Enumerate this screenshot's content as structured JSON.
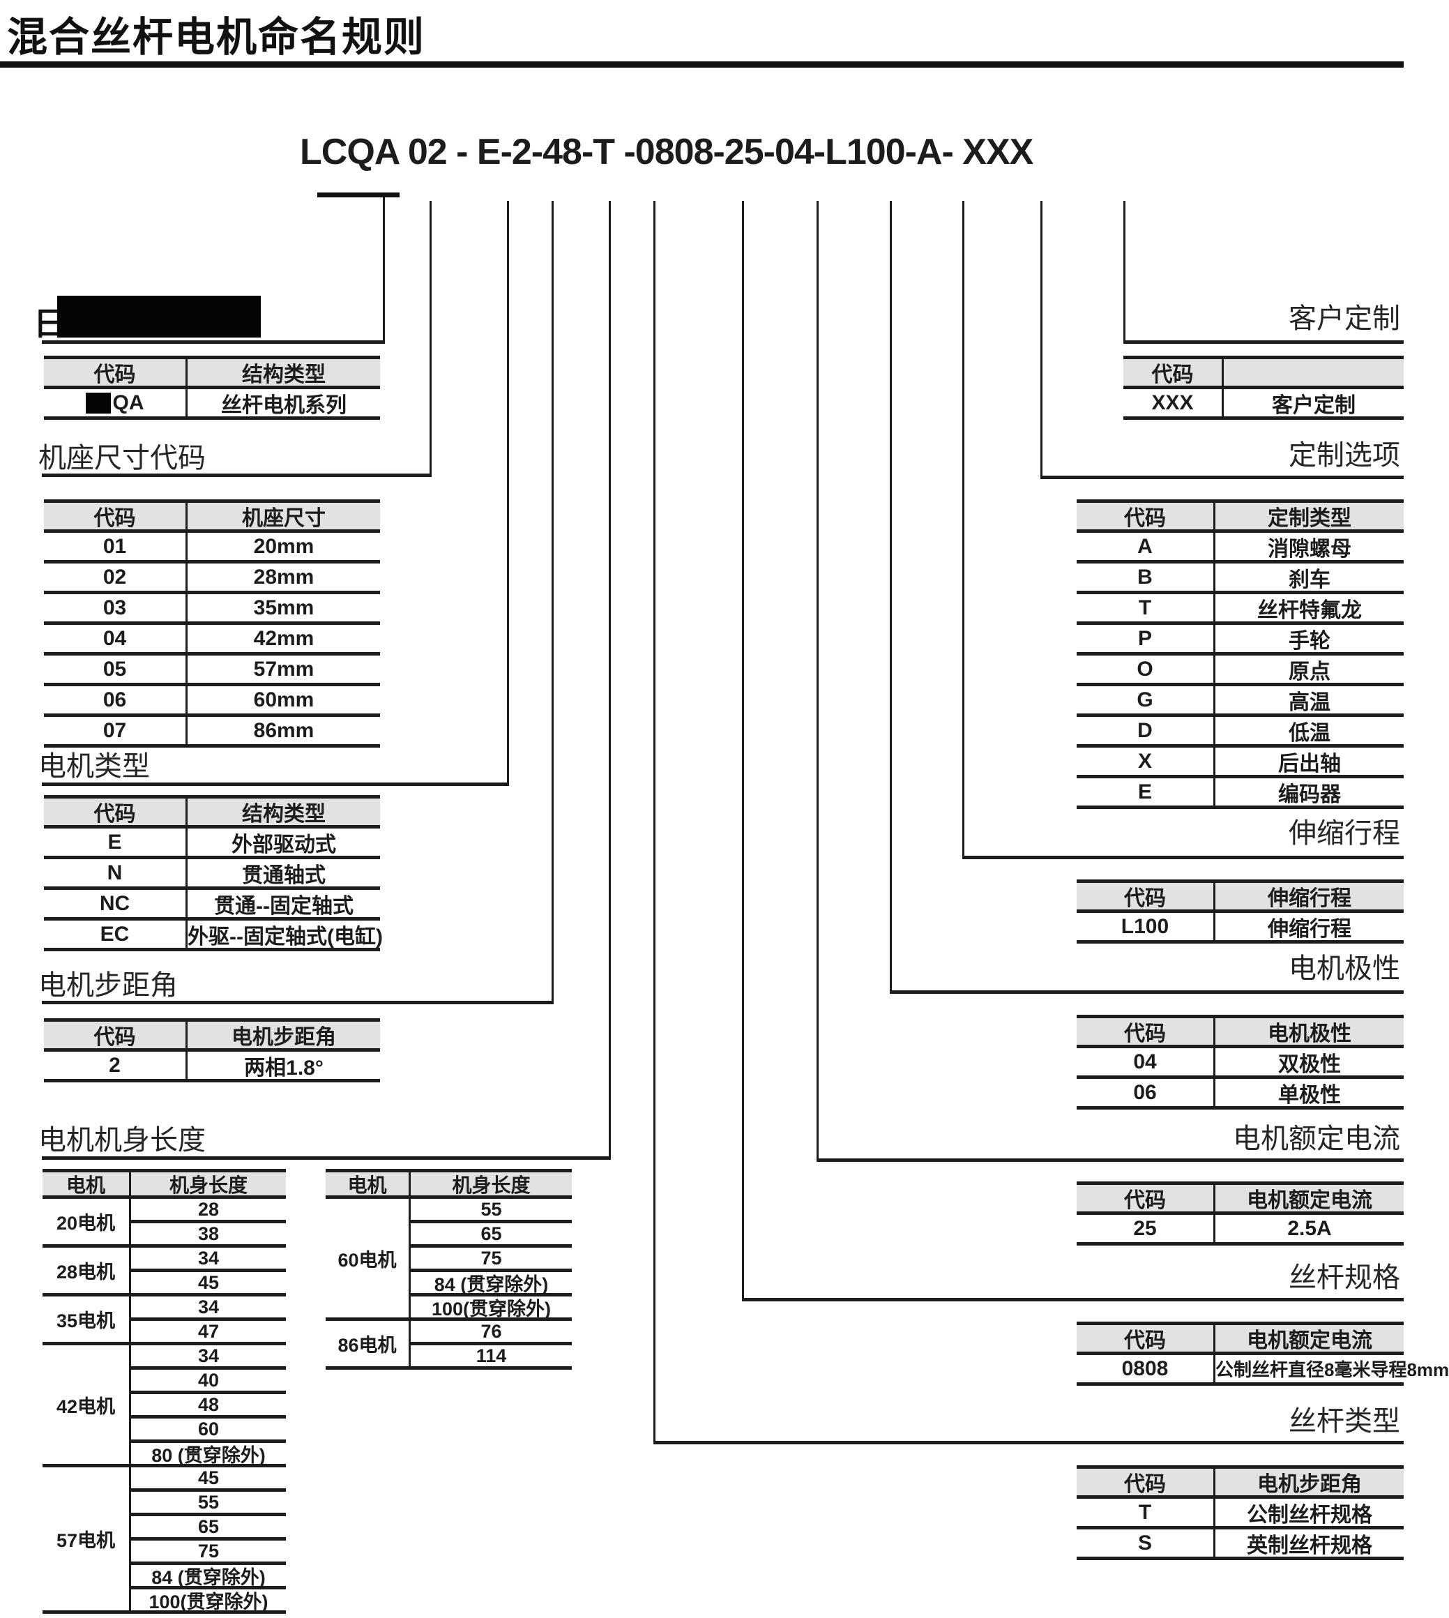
{
  "title": "混合丝杆电机命名规则",
  "part_number": "LCQA 02 - E-2-48-T -0808-25-04-L100-A- XXX",
  "redacted": {
    "visible_char": "日",
    "series_code_visible": "QA",
    "redaction_box_icon": "black-bar"
  },
  "colors": {
    "ink": "#1c1c1c",
    "header_bg": "#e2e2e2",
    "page_bg": "#ffffff",
    "redaction": "#050505"
  },
  "sections": {
    "series": {
      "table": {
        "headers": [
          "代码",
          "结构类型"
        ],
        "rows": [
          [
            "QA",
            "丝杆电机系列"
          ]
        ]
      }
    },
    "frame_size": {
      "label": "机座尺寸代码",
      "table": {
        "headers": [
          "代码",
          "机座尺寸"
        ],
        "rows": [
          [
            "01",
            "20mm"
          ],
          [
            "02",
            "28mm"
          ],
          [
            "03",
            "35mm"
          ],
          [
            "04",
            "42mm"
          ],
          [
            "05",
            "57mm"
          ],
          [
            "06",
            "60mm"
          ],
          [
            "07",
            "86mm"
          ]
        ]
      }
    },
    "motor_type": {
      "label": "电机类型",
      "table": {
        "headers": [
          "代码",
          "结构类型"
        ],
        "rows": [
          [
            "E",
            "外部驱动式"
          ],
          [
            "N",
            "贯通轴式"
          ],
          [
            "NC",
            "贯通--固定轴式"
          ],
          [
            "EC",
            "外驱--固定轴式(电缸)"
          ]
        ]
      }
    },
    "step_angle": {
      "label": "电机步距角",
      "table": {
        "headers": [
          "代码",
          "电机步距角"
        ],
        "rows": [
          [
            "2",
            "两相1.8°"
          ]
        ]
      }
    },
    "body_length": {
      "label": "电机机身长度",
      "table_left": {
        "headers": [
          "电机",
          "机身长度"
        ],
        "groups": [
          {
            "name": "20电机",
            "values": [
              "28",
              "38"
            ]
          },
          {
            "name": "28电机",
            "values": [
              "34",
              "45"
            ]
          },
          {
            "name": "35电机",
            "values": [
              "34",
              "47"
            ]
          },
          {
            "name": "42电机",
            "values": [
              "34",
              "40",
              "48",
              "60",
              "80 (贯穿除外)"
            ]
          },
          {
            "name": "57电机",
            "values": [
              "45",
              "55",
              "65",
              "75",
              "84 (贯穿除外)",
              "100(贯穿除外)"
            ]
          }
        ]
      },
      "table_right": {
        "headers": [
          "电机",
          "机身长度"
        ],
        "groups": [
          {
            "name": "60电机",
            "values": [
              "55",
              "65",
              "75",
              "84 (贯穿除外)",
              "100(贯穿除外)"
            ]
          },
          {
            "name": "86电机",
            "values": [
              "76",
              "114"
            ]
          }
        ]
      }
    },
    "custom": {
      "label": "客户定制",
      "table": {
        "headers": [
          "代码",
          ""
        ],
        "rows": [
          [
            "XXX",
            "客户定制"
          ]
        ]
      }
    },
    "custom_options": {
      "label": "定制选项",
      "table": {
        "headers": [
          "代码",
          "定制类型"
        ],
        "rows": [
          [
            "A",
            "消隙螺母"
          ],
          [
            "B",
            "刹车"
          ],
          [
            "T",
            "丝杆特氟龙"
          ],
          [
            "P",
            "手轮"
          ],
          [
            "O",
            "原点"
          ],
          [
            "G",
            "高温"
          ],
          [
            "D",
            "低温"
          ],
          [
            "X",
            "后出轴"
          ],
          [
            "E",
            "编码器"
          ]
        ]
      }
    },
    "stroke": {
      "label": "伸缩行程",
      "table": {
        "headers": [
          "代码",
          "伸缩行程"
        ],
        "rows": [
          [
            "L100",
            "伸缩行程"
          ]
        ]
      }
    },
    "polarity": {
      "label": "电机极性",
      "table": {
        "headers": [
          "代码",
          "电机极性"
        ],
        "rows": [
          [
            "04",
            "双极性"
          ],
          [
            "06",
            "单极性"
          ]
        ]
      }
    },
    "rated_current": {
      "label": "电机额定电流",
      "table": {
        "headers": [
          "代码",
          "电机额定电流"
        ],
        "rows": [
          [
            "25",
            "2.5A"
          ]
        ]
      }
    },
    "screw_spec": {
      "label": "丝杆规格",
      "table": {
        "headers": [
          "代码",
          "电机额定电流"
        ],
        "rows": [
          [
            "0808",
            "公制丝杆直径8毫米导程8mm"
          ]
        ]
      }
    },
    "screw_type": {
      "label": "丝杆类型",
      "table": {
        "headers": [
          "代码",
          "电机步距角"
        ],
        "rows": [
          [
            "T",
            "公制丝杆规格"
          ],
          [
            "S",
            "英制丝杆规格"
          ]
        ]
      }
    }
  }
}
